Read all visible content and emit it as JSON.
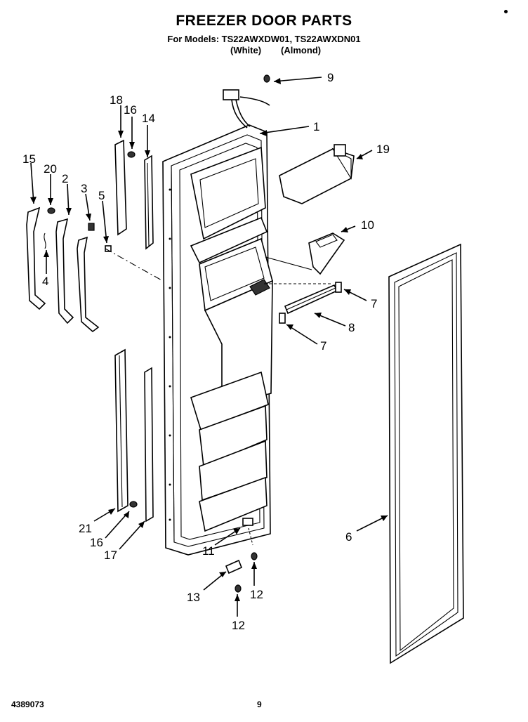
{
  "header": {
    "title": "FREEZER DOOR PARTS",
    "models": "For Models: TS22AWXDW01, TS22AWXDN01",
    "color_white": "(White)",
    "color_almond": "(Almond)"
  },
  "callouts": {
    "c1": "1",
    "c2": "2",
    "c3": "3",
    "c4": "4",
    "c5": "5",
    "c6": "6",
    "c7a": "7",
    "c7b": "7",
    "c8": "8",
    "c9": "9",
    "c10": "10",
    "c11": "11",
    "c12a": "12",
    "c12b": "12",
    "c13": "13",
    "c14": "14",
    "c15": "15",
    "c16a": "16",
    "c16b": "16",
    "c17": "17",
    "c18": "18",
    "c19": "19",
    "c20": "20",
    "c21": "21"
  },
  "footer": {
    "doc_number": "4389073",
    "page": "9"
  }
}
